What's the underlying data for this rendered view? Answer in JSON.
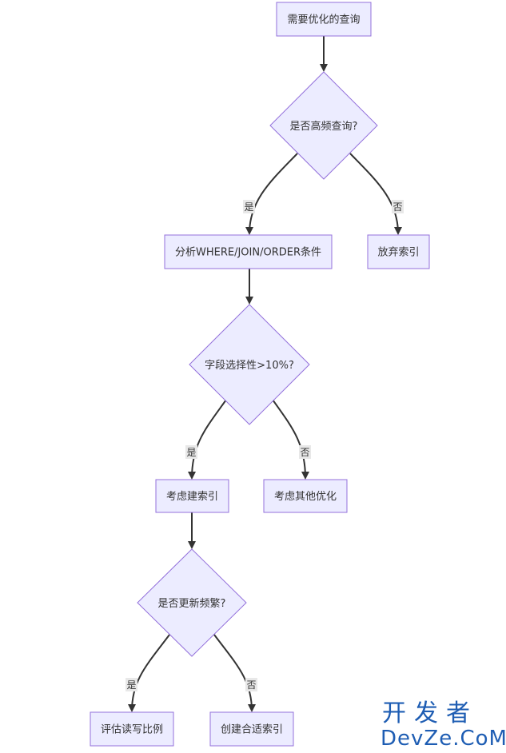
{
  "nodes": {
    "n1": "需要优化的查询",
    "d1": "是否高频查询?",
    "n2": "分析WHERE/JOIN/ORDER条件",
    "n3": "放弃索引",
    "d2": "字段选择性>10%?",
    "n4": "考虑建索引",
    "n5": "考虑其他优化",
    "d3": "是否更新频繁?",
    "n6": "评估读写比例",
    "n7": "创建合适索引"
  },
  "edges": {
    "yes": "是",
    "no": "否"
  },
  "watermark": {
    "cn": "开发者",
    "en": "DevZe.CoM"
  },
  "colors": {
    "node_fill": "#ececff",
    "node_stroke": "#9370db",
    "edge": "#333333",
    "label_bg": "#e8e8e8",
    "watermark": "#1e5db3"
  }
}
